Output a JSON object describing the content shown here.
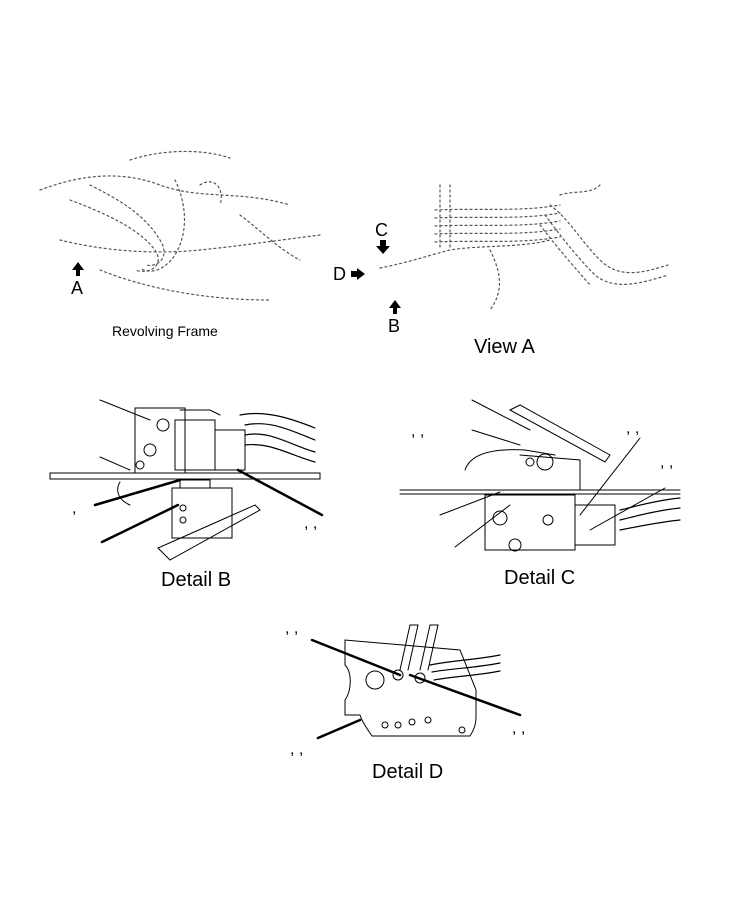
{
  "overview": {
    "frame_caption": "Revolving Frame",
    "view_caption": "View A",
    "arrow_a": "A",
    "arrow_b": "B",
    "arrow_c": "C",
    "arrow_d": "D"
  },
  "details": {
    "b_caption": "Detail B",
    "c_caption": "Detail C",
    "d_caption": "Detail D"
  },
  "callouts": {
    "b1": ",",
    "b2": ", ,",
    "c1": ",   ,",
    "c2": ",   ,",
    "c3": ",   ,",
    "d1": ",   ,",
    "d2": ",   ,",
    "d3": ",   ,"
  },
  "colors": {
    "ink": "#000000",
    "background": "#ffffff"
  }
}
